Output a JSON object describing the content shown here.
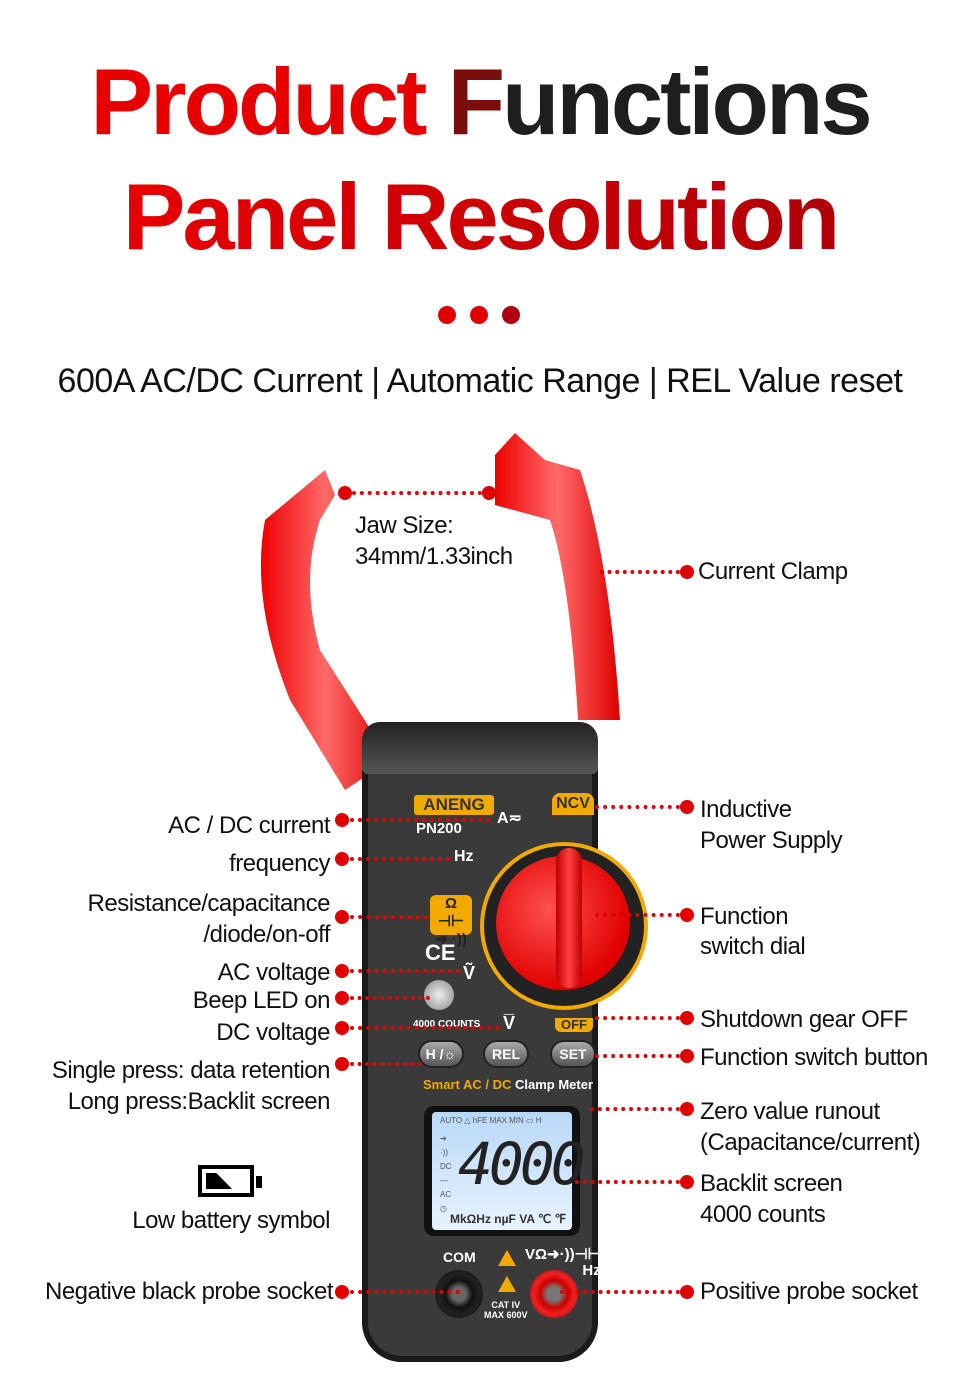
{
  "header": {
    "title_line1_a": "Product ",
    "title_line1_b": "F",
    "title_line1_c": "unctions",
    "title_line2": "Panel Resolution",
    "subtitle": "600A AC/DC Current | Automatic Range | REL Value reset"
  },
  "colors": {
    "accent_red": "#e00000",
    "dark_red": "#7a0d0d",
    "meter_yellow": "#f2a900",
    "meter_body": "#3a3a3a"
  },
  "device": {
    "brand": "ANENG",
    "model": "PN200",
    "ncv": "NCV",
    "off": "OFF",
    "dial_marks": {
      "amps": "A≂",
      "hz": "Hz",
      "acv": "Ṽ",
      "dcv": "V̅"
    },
    "ohm_badge": "Ω ⊣⊢ ➜ ·))",
    "ce": "CE",
    "counts": "4000 COUNTS",
    "buttons": {
      "hold": "H /☼",
      "rel": "REL",
      "set": "SET"
    },
    "tagline_colored": "Smart AC / DC ",
    "tagline_white": "Clamp Meter",
    "lcd": {
      "top": "AUTO  △  hFE  MAX MIN  ▭  H",
      "side": [
        "➜",
        "·))",
        "DC",
        "—",
        "AC",
        "◷"
      ],
      "value": "4000",
      "units": "MkΩHz nµF VA ℃ ℉"
    },
    "com": "COM",
    "positive_label": "VΩ➜·))⊣⊢",
    "positive_label_hz": "Hz",
    "cat": "CAT IV",
    "max": "MAX 600V"
  },
  "annotations": {
    "jaw_size_1": "Jaw Size:",
    "jaw_size_2": "34mm/1.33inch",
    "current_clamp": "Current  Clamp",
    "left": [
      {
        "text": "AC / DC current"
      },
      {
        "text": "frequency"
      },
      {
        "text": "Resistance/capacitance"
      },
      {
        "text": "/diode/on-off"
      },
      {
        "text": "AC voltage"
      },
      {
        "text": "Beep LED on"
      },
      {
        "text": "DC voltage"
      },
      {
        "text": "Single press: data retention"
      },
      {
        "text": "Long press:Backlit screen"
      },
      {
        "text": "Low battery symbol"
      },
      {
        "text": "Negative black probe socket"
      }
    ],
    "right": [
      {
        "text": "Inductive"
      },
      {
        "text": "Power Supply"
      },
      {
        "text": "Function"
      },
      {
        "text": " switch dial"
      },
      {
        "text": "Shutdown gear OFF"
      },
      {
        "text": "Function switch button"
      },
      {
        "text": "Zero value runout"
      },
      {
        "text": "(Capacitance/current)"
      },
      {
        "text": "Backlit screen"
      },
      {
        "text": "4000 counts"
      },
      {
        "text": "Positive probe socket"
      }
    ]
  }
}
